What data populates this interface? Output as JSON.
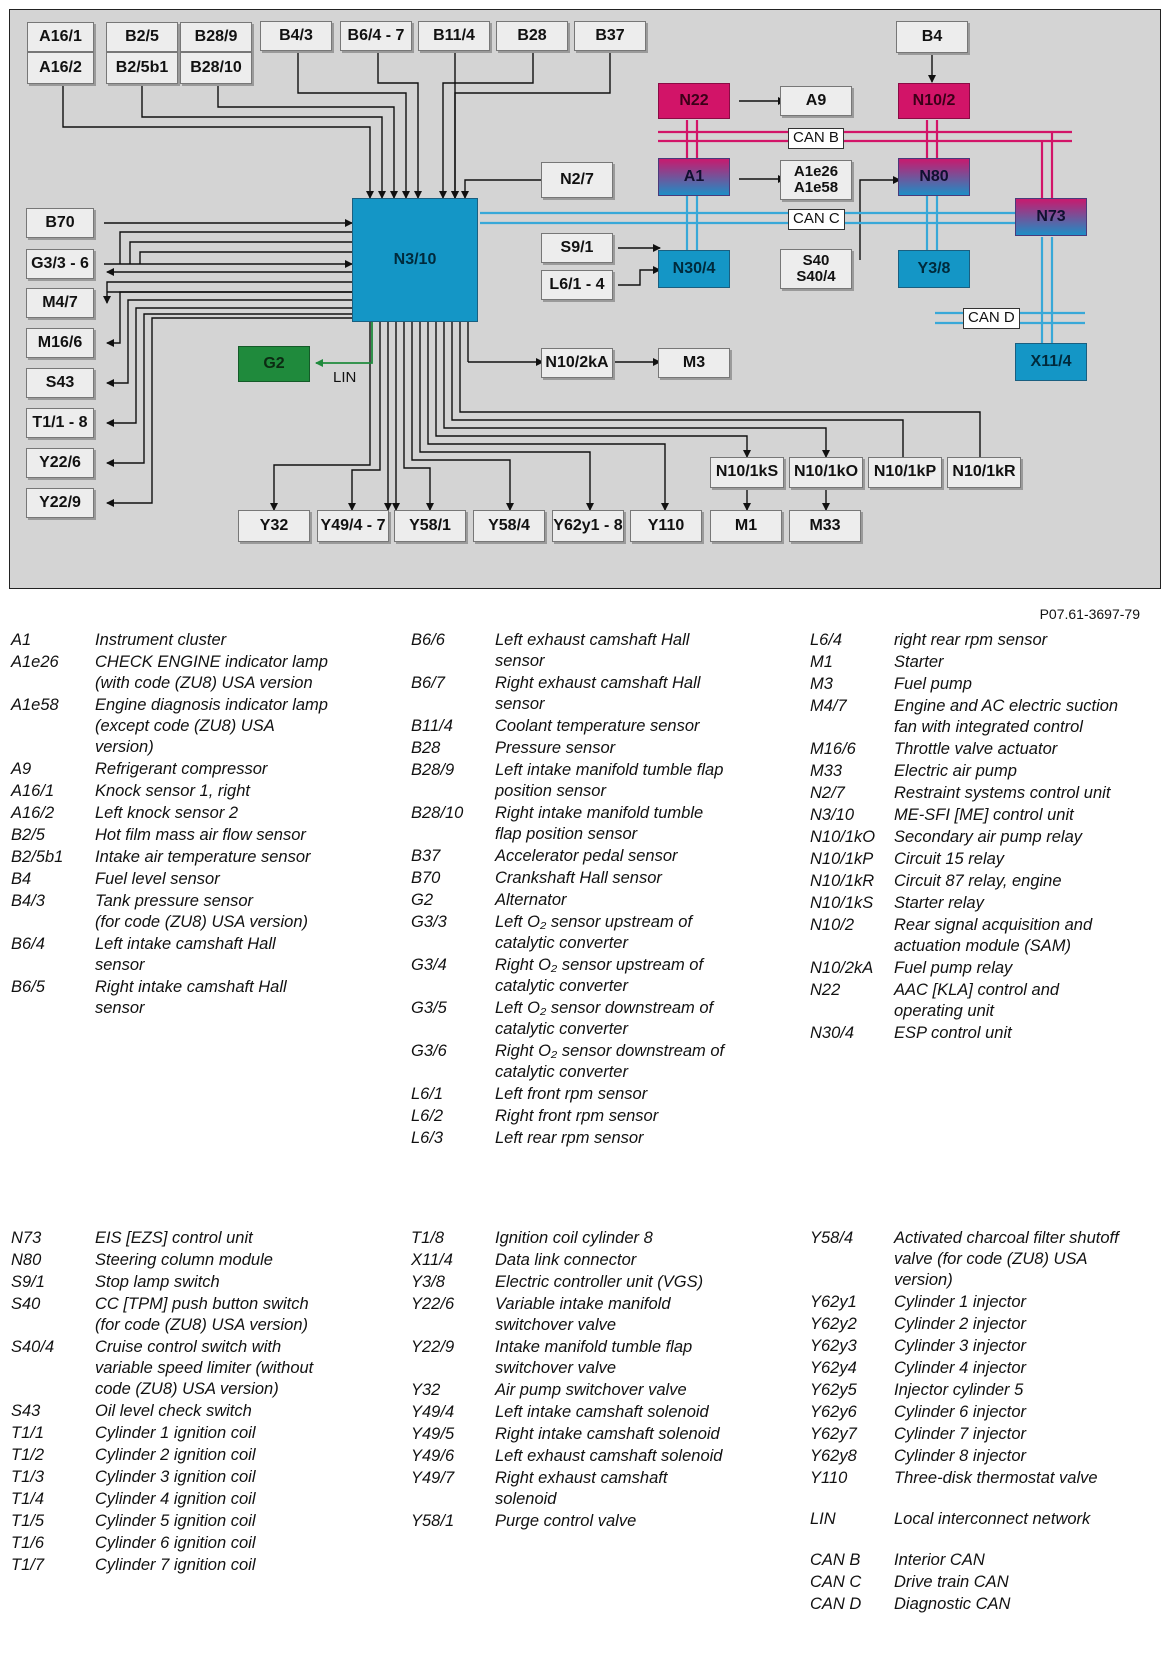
{
  "diagram": {
    "boxes": {
      "A16_1": "A16/1",
      "A16_2": "A16/2",
      "B2_5": "B2/5",
      "B2_5b1": "B2/5b1",
      "B28_9": "B28/9",
      "B28_10": "B28/10",
      "B4_3": "B4/3",
      "B6_4_7": "B6/4 - 7",
      "B11_4": "B11/4",
      "B28": "B28",
      "B37": "B37",
      "B4": "B4",
      "N22": "N22",
      "A9": "A9",
      "N10_2": "N10/2",
      "N2_7": "N2/7",
      "A1": "A1",
      "A1e26": "A1e26",
      "A1e58": "A1e58",
      "N80": "N80",
      "B70": "B70",
      "N3_10": "N3/10",
      "N73": "N73",
      "G3_3_6": "G3/3 - 6",
      "S9_1": "S9/1",
      "N30_4": "N30/4",
      "S40": "S40",
      "S40_4": "S40/4",
      "Y3_8": "Y3/8",
      "M4_7": "M4/7",
      "L6_1_4": "L6/1 - 4",
      "M16_6": "M16/6",
      "G2": "G2",
      "N10_2kA": "N10/2kA",
      "M3": "M3",
      "X11_4": "X11/4",
      "S43": "S43",
      "T1_1_8": "T1/1 - 8",
      "Y22_6": "Y22/6",
      "Y22_9": "Y22/9",
      "N10_1kS": "N10/1kS",
      "N10_1kO": "N10/1kO",
      "N10_1kP": "N10/1kP",
      "N10_1kR": "N10/1kR",
      "Y32": "Y32",
      "Y49_4_7": "Y49/4 - 7",
      "Y58_1": "Y58/1",
      "Y58_4": "Y58/4",
      "Y62y1_8": "Y62y1 - 8",
      "Y110": "Y110",
      "M1": "M1",
      "M33": "M33"
    },
    "bus_labels": {
      "can_b": "CAN B",
      "can_c": "CAN C",
      "can_d": "CAN D",
      "lin": "LIN"
    },
    "colors": {
      "control_unit_blue": "#1496c6",
      "can_b_pink": "#d21468",
      "can_c_blue": "#38a8d8",
      "alternator_green": "#1f8a3c",
      "frame_gray": "#d4d4d4"
    }
  },
  "figure_code": "P07.61-3697-79",
  "legend": {
    "col1": [
      {
        "code": "A1",
        "desc": "Instrument cluster"
      },
      {
        "code": "A1e26",
        "desc": "CHECK ENGINE indicator lamp\n(with code (ZU8) USA version"
      },
      {
        "code": "A1e58",
        "desc": "Engine diagnosis indicator lamp\n(except code (ZU8) USA\nversion)"
      },
      {
        "code": "A9",
        "desc": "Refrigerant compressor"
      },
      {
        "code": "A16/1",
        "desc": "Knock sensor 1, right"
      },
      {
        "code": "A16/2",
        "desc": "Left knock sensor 2"
      },
      {
        "code": "B2/5",
        "desc": "Hot film mass air flow sensor"
      },
      {
        "code": "B2/5b1",
        "desc": "Intake air temperature sensor"
      },
      {
        "code": "B4",
        "desc": "Fuel level sensor"
      },
      {
        "code": "B4/3",
        "desc": "Tank pressure sensor\n(for code (ZU8) USA version)"
      },
      {
        "code": "B6/4",
        "desc": "Left intake camshaft Hall\nsensor"
      },
      {
        "code": "B6/5",
        "desc": "Right intake camshaft Hall\nsensor"
      }
    ],
    "col2": [
      {
        "code": "B6/6",
        "desc": "Left exhaust camshaft Hall\nsensor"
      },
      {
        "code": "B6/7",
        "desc": "Right exhaust camshaft Hall\nsensor"
      },
      {
        "code": "B11/4",
        "desc": "Coolant temperature sensor"
      },
      {
        "code": "B28",
        "desc": "Pressure sensor"
      },
      {
        "code": "B28/9",
        "desc": "Left intake manifold tumble flap\nposition sensor"
      },
      {
        "code": "B28/10",
        "desc": "Right intake manifold tumble\nflap position sensor"
      },
      {
        "code": "B37",
        "desc": "Accelerator pedal sensor"
      },
      {
        "code": "B70",
        "desc": "Crankshaft Hall sensor"
      },
      {
        "code": "G2",
        "desc": "Alternator"
      },
      {
        "code": "G3/3",
        "desc": "Left O₂ sensor upstream of\ncatalytic converter"
      },
      {
        "code": "G3/4",
        "desc": "Right O₂ sensor upstream of\ncatalytic converter"
      },
      {
        "code": "G3/5",
        "desc": "Left O₂ sensor downstream of\ncatalytic converter"
      },
      {
        "code": "G3/6",
        "desc": "Right O₂ sensor downstream of\ncatalytic converter"
      },
      {
        "code": "L6/1",
        "desc": "Left front rpm sensor"
      },
      {
        "code": "L6/2",
        "desc": "Right front rpm sensor"
      },
      {
        "code": "L6/3",
        "desc": "Left rear rpm sensor"
      }
    ],
    "col3": [
      {
        "code": "L6/4",
        "desc": "right rear rpm sensor"
      },
      {
        "code": "M1",
        "desc": "Starter"
      },
      {
        "code": "M3",
        "desc": "Fuel pump"
      },
      {
        "code": "M4/7",
        "desc": "Engine and AC electric suction\nfan with integrated control"
      },
      {
        "code": "M16/6",
        "desc": "Throttle valve actuator"
      },
      {
        "code": "M33",
        "desc": "Electric air pump"
      },
      {
        "code": "N2/7",
        "desc": "Restraint systems control unit"
      },
      {
        "code": "N3/10",
        "desc": "ME-SFI [ME] control unit"
      },
      {
        "code": "N10/1kO",
        "desc": "Secondary air pump relay"
      },
      {
        "code": "N10/1kP",
        "desc": "Circuit 15 relay"
      },
      {
        "code": "N10/1kR",
        "desc": "Circuit 87 relay, engine"
      },
      {
        "code": "N10/1kS",
        "desc": "Starter relay"
      },
      {
        "code": "N10/2",
        "desc": "Rear signal acquisition and\nactuation module (SAM)"
      },
      {
        "code": "N10/2kA",
        "desc": "Fuel pump relay"
      },
      {
        "code": "N22",
        "desc": "AAC [KLA] control and\noperating unit"
      },
      {
        "code": "N30/4",
        "desc": "ESP control unit"
      }
    ],
    "col4": [
      {
        "code": "N73",
        "desc": "EIS [EZS] control unit"
      },
      {
        "code": "N80",
        "desc": "Steering column module"
      },
      {
        "code": "S9/1",
        "desc": "Stop lamp switch"
      },
      {
        "code": "S40",
        "desc": "CC [TPM] push button switch\n(for code (ZU8) USA version)"
      },
      {
        "code": "S40/4",
        "desc": "Cruise control switch with\nvariable speed limiter (without\ncode (ZU8) USA version)"
      },
      {
        "code": "S43",
        "desc": "Oil level check switch"
      },
      {
        "code": "T1/1",
        "desc": "Cylinder 1 ignition coil"
      },
      {
        "code": "T1/2",
        "desc": "Cylinder 2 ignition coil"
      },
      {
        "code": "T1/3",
        "desc": "Cylinder 3 ignition coil"
      },
      {
        "code": "T1/4",
        "desc": "Cylinder 4 ignition coil"
      },
      {
        "code": "T1/5",
        "desc": "Cylinder 5 ignition coil"
      },
      {
        "code": "T1/6",
        "desc": "Cylinder 6 ignition coil"
      },
      {
        "code": "T1/7",
        "desc": "Cylinder 7 ignition coil"
      }
    ],
    "col5": [
      {
        "code": "T1/8",
        "desc": "Ignition coil cylinder 8"
      },
      {
        "code": "X11/4",
        "desc": "Data link connector"
      },
      {
        "code": "Y3/8",
        "desc": "Electric controller unit (VGS)"
      },
      {
        "code": "Y22/6",
        "desc": "Variable intake manifold\nswitchover valve"
      },
      {
        "code": "Y22/9",
        "desc": "Intake manifold tumble flap\nswitchover valve"
      },
      {
        "code": "Y32",
        "desc": "Air pump switchover valve"
      },
      {
        "code": "Y49/4",
        "desc": "Left intake camshaft solenoid"
      },
      {
        "code": "Y49/5",
        "desc": "Right intake camshaft solenoid"
      },
      {
        "code": "Y49/6",
        "desc": "Left exhaust camshaft solenoid"
      },
      {
        "code": "Y49/7",
        "desc": "Right exhaust camshaft\nsolenoid"
      },
      {
        "code": "Y58/1",
        "desc": "Purge control valve"
      }
    ],
    "col6": [
      {
        "code": "Y58/4",
        "desc": "Activated charcoal filter shutoff\nvalve (for code (ZU8) USA\nversion)"
      },
      {
        "code": "Y62y1",
        "desc": "Cylinder 1 injector"
      },
      {
        "code": "Y62y2",
        "desc": "Cylinder 2 injector"
      },
      {
        "code": "Y62y3",
        "desc": "Cylinder 3 injector"
      },
      {
        "code": "Y62y4",
        "desc": "Cylinder 4 injector"
      },
      {
        "code": "Y62y5",
        "desc": "Injector cylinder 5"
      },
      {
        "code": "Y62y6",
        "desc": "Cylinder 6 injector"
      },
      {
        "code": "Y62y7",
        "desc": "Cylinder 7 injector"
      },
      {
        "code": "Y62y8",
        "desc": "Cylinder 8 injector"
      },
      {
        "code": "Y110",
        "desc": "Three-disk thermostat valve"
      },
      {
        "code": "LIN",
        "desc": "Local interconnect network",
        "gap": true
      },
      {
        "code": "CAN B",
        "desc": "Interior CAN",
        "gap": true
      },
      {
        "code": "CAN C",
        "desc": "Drive train CAN"
      },
      {
        "code": "CAN D",
        "desc": "Diagnostic CAN"
      }
    ]
  }
}
